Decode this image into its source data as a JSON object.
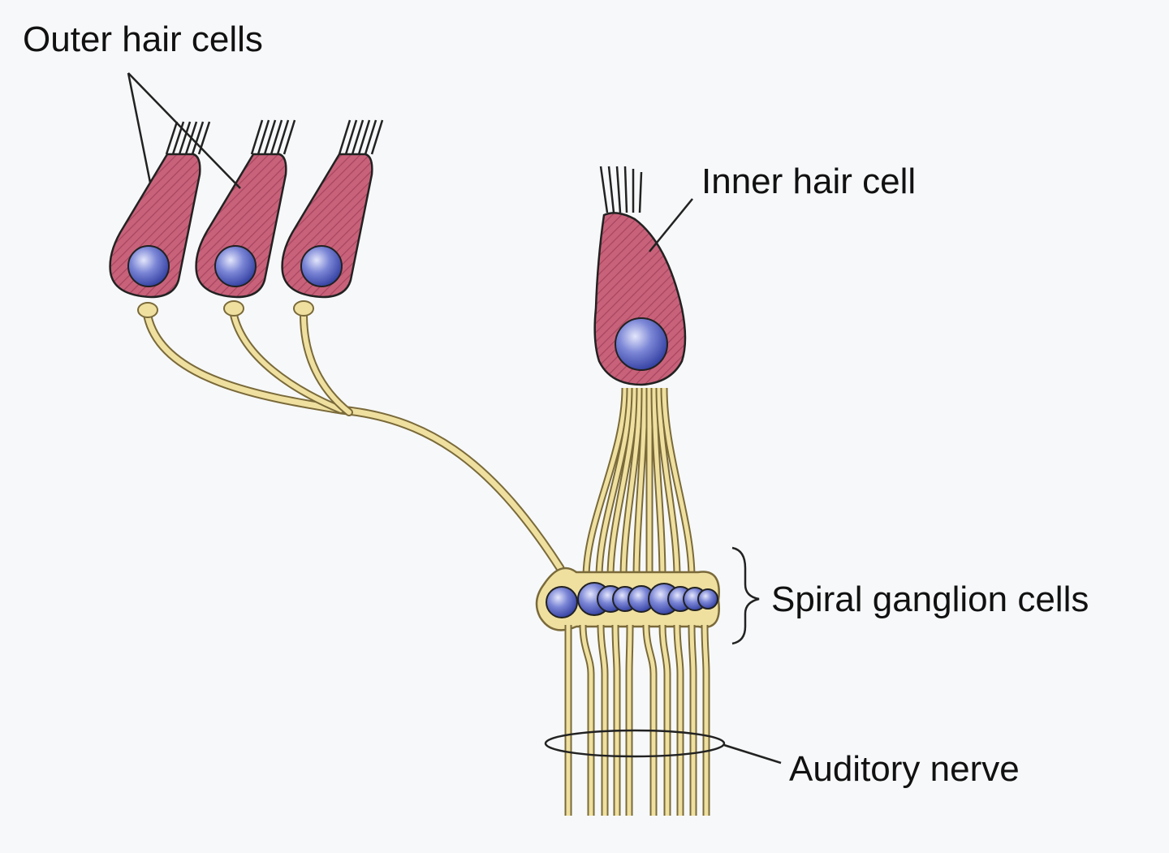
{
  "labels": {
    "outer_hair_cells": "Outer hair cells",
    "inner_hair_cell": "Inner hair cell",
    "spiral_ganglion_cells": "Spiral ganglion cells",
    "auditory_nerve": "Auditory nerve"
  },
  "colors": {
    "hair_cell_fill": "#c8627a",
    "hair_cell_hatch": "#a84560",
    "nucleus_light": "#c9cdf2",
    "nucleus_dark": "#3a48b0",
    "nerve_fill": "#efe0a0",
    "nerve_stroke": "#7a6a3a",
    "background": "#f7f8f9"
  },
  "counts": {
    "outer_hair_cells": 3,
    "inner_hair_cells": 1
  }
}
